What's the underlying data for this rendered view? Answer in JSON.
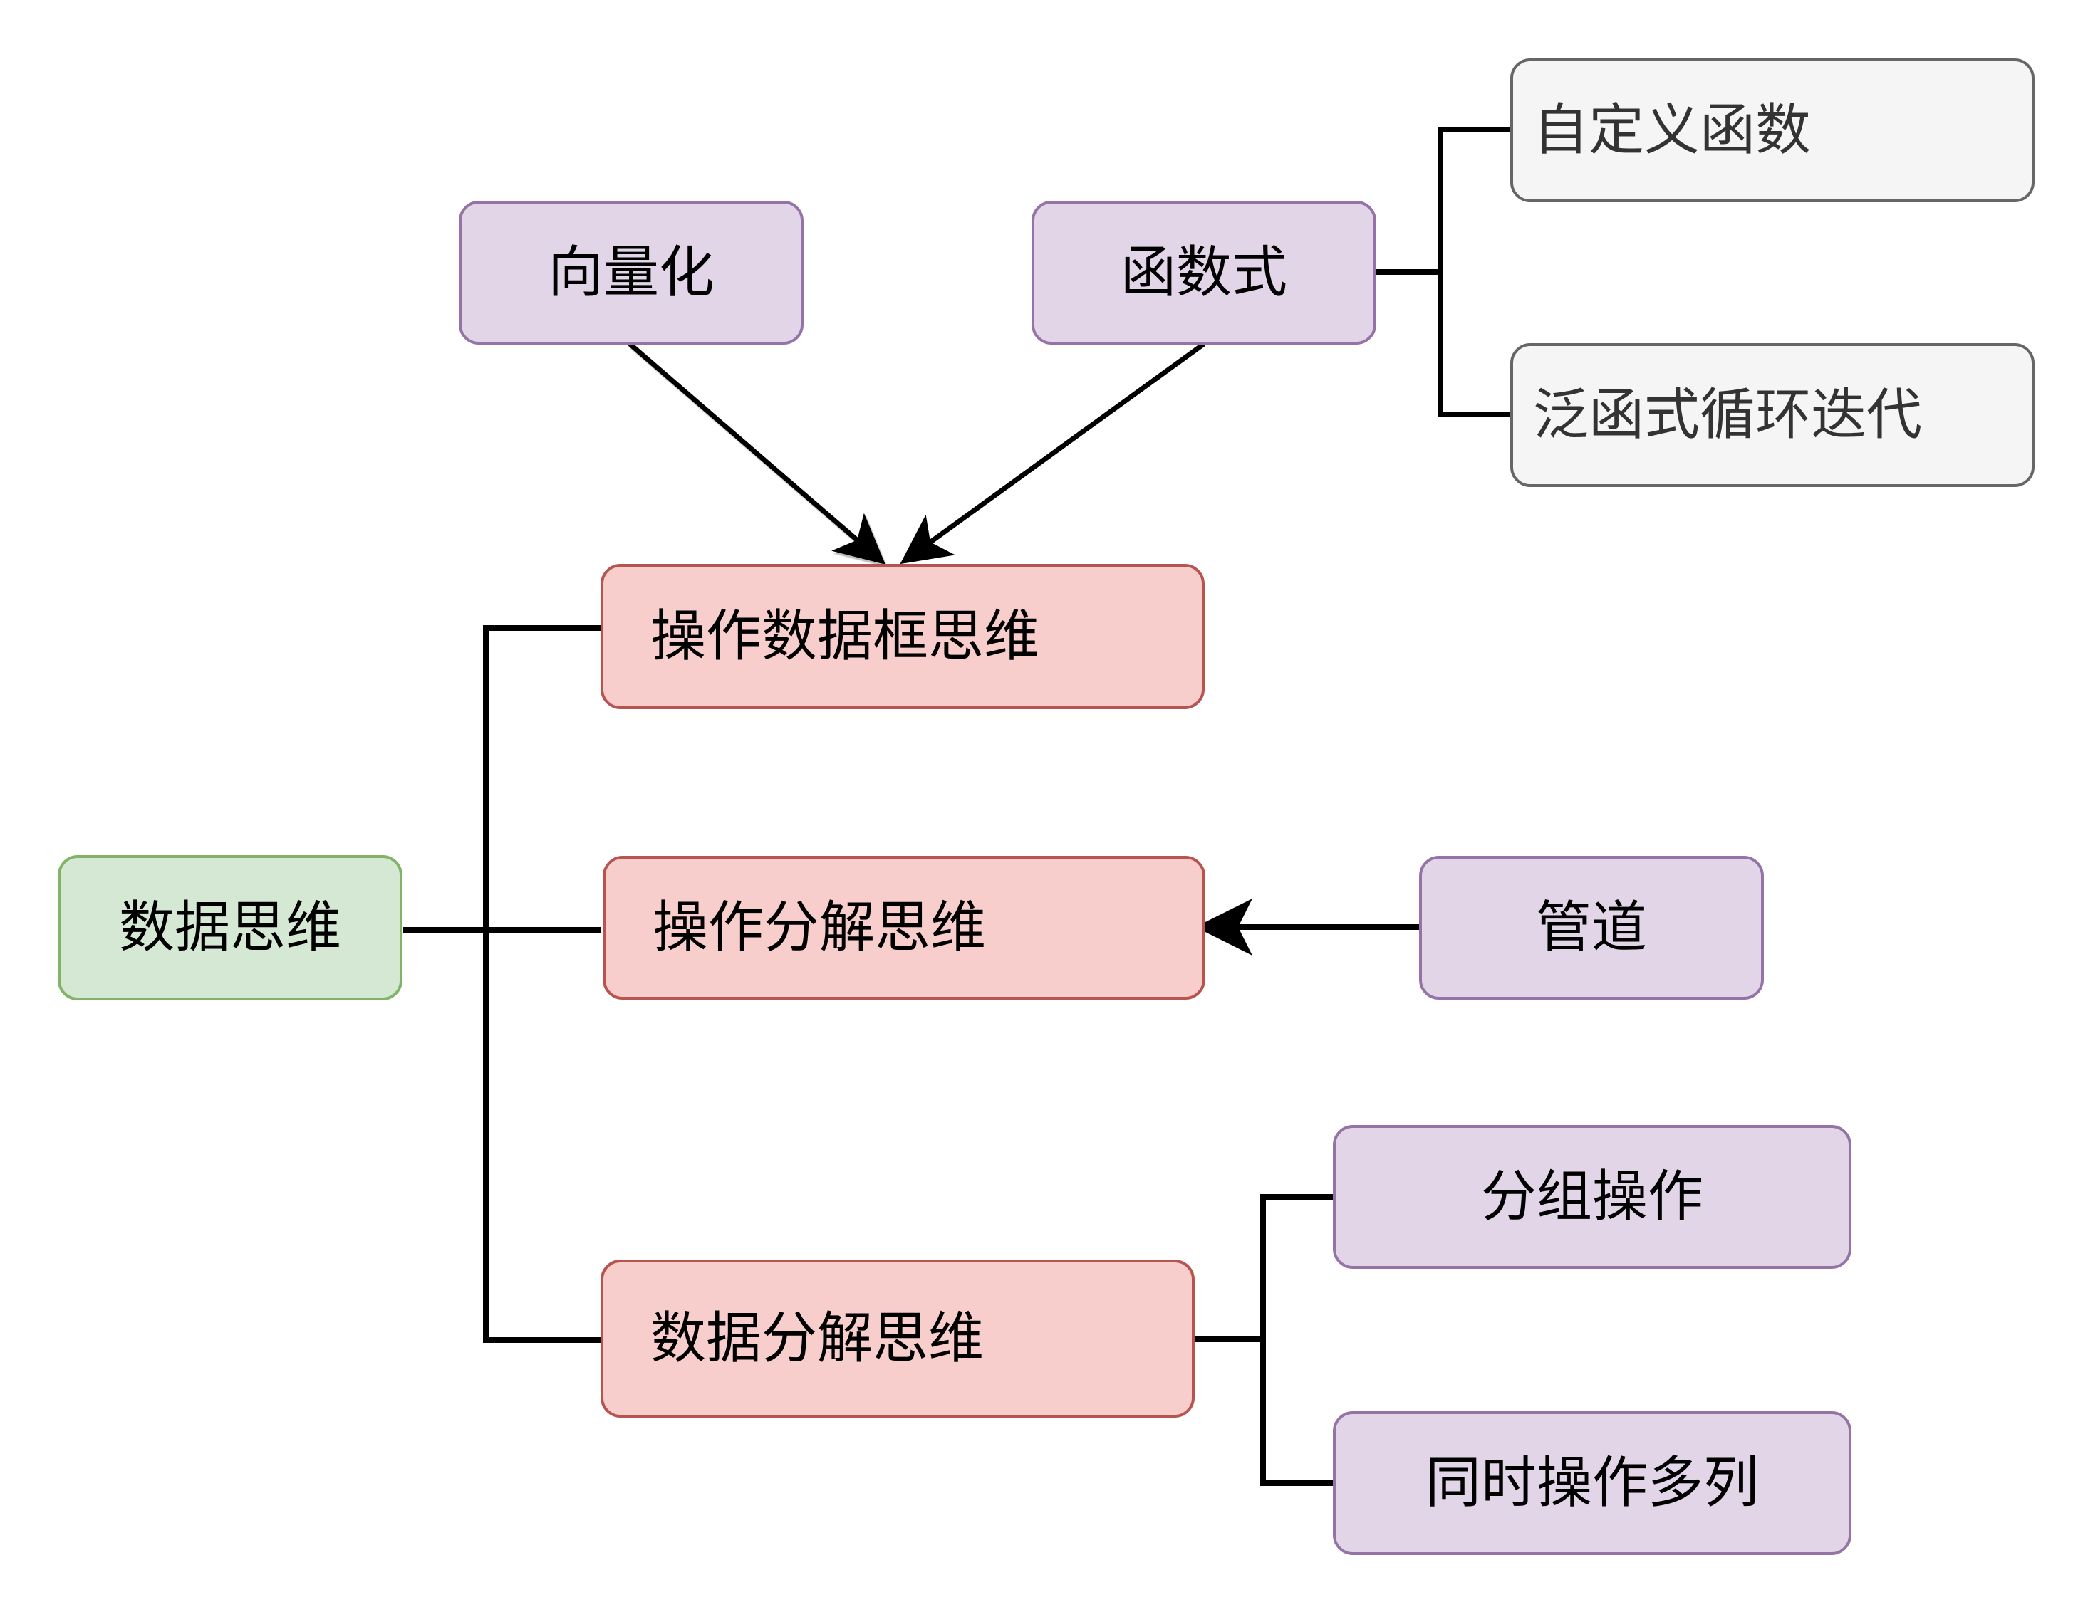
{
  "diagram": {
    "type": "mind-map",
    "nodes": {
      "root": {
        "label": "数据思维",
        "style": "green"
      },
      "vectorize": {
        "label": "向量化",
        "style": "purple"
      },
      "functional": {
        "label": "函数式",
        "style": "purple"
      },
      "custom_function": {
        "label": "自定义函数",
        "style": "gray"
      },
      "functional_iterate": {
        "label": "泛函式循环迭代",
        "style": "gray"
      },
      "dataframe_thinking": {
        "label": "操作数据框思维",
        "style": "pink"
      },
      "operation_split": {
        "label": "操作分解思维",
        "style": "pink"
      },
      "pipe": {
        "label": "管道",
        "style": "purple"
      },
      "data_split": {
        "label": "数据分解思维",
        "style": "pink"
      },
      "group_ops": {
        "label": "分组操作",
        "style": "purple"
      },
      "multi_column": {
        "label": "同时操作多列",
        "style": "purple"
      }
    },
    "edges": [
      {
        "from": "root",
        "to": "dataframe_thinking",
        "kind": "tree"
      },
      {
        "from": "root",
        "to": "operation_split",
        "kind": "tree"
      },
      {
        "from": "root",
        "to": "data_split",
        "kind": "tree"
      },
      {
        "from": "vectorize",
        "to": "dataframe_thinking",
        "kind": "arrow"
      },
      {
        "from": "functional",
        "to": "dataframe_thinking",
        "kind": "arrow"
      },
      {
        "from": "functional",
        "to": "custom_function",
        "kind": "tree"
      },
      {
        "from": "functional",
        "to": "functional_iterate",
        "kind": "tree"
      },
      {
        "from": "pipe",
        "to": "operation_split",
        "kind": "arrow"
      },
      {
        "from": "data_split",
        "to": "group_ops",
        "kind": "tree"
      },
      {
        "from": "data_split",
        "to": "multi_column",
        "kind": "tree"
      }
    ],
    "colors": {
      "green_fill": "#d5e8d4",
      "green_stroke": "#82b366",
      "purple_fill": "#e1d5e7",
      "purple_stroke": "#9673a6",
      "pink_fill": "#f8cecc",
      "pink_stroke": "#b85450",
      "gray_fill": "#f5f5f5",
      "gray_stroke": "#666666",
      "edge": "#000000"
    }
  }
}
